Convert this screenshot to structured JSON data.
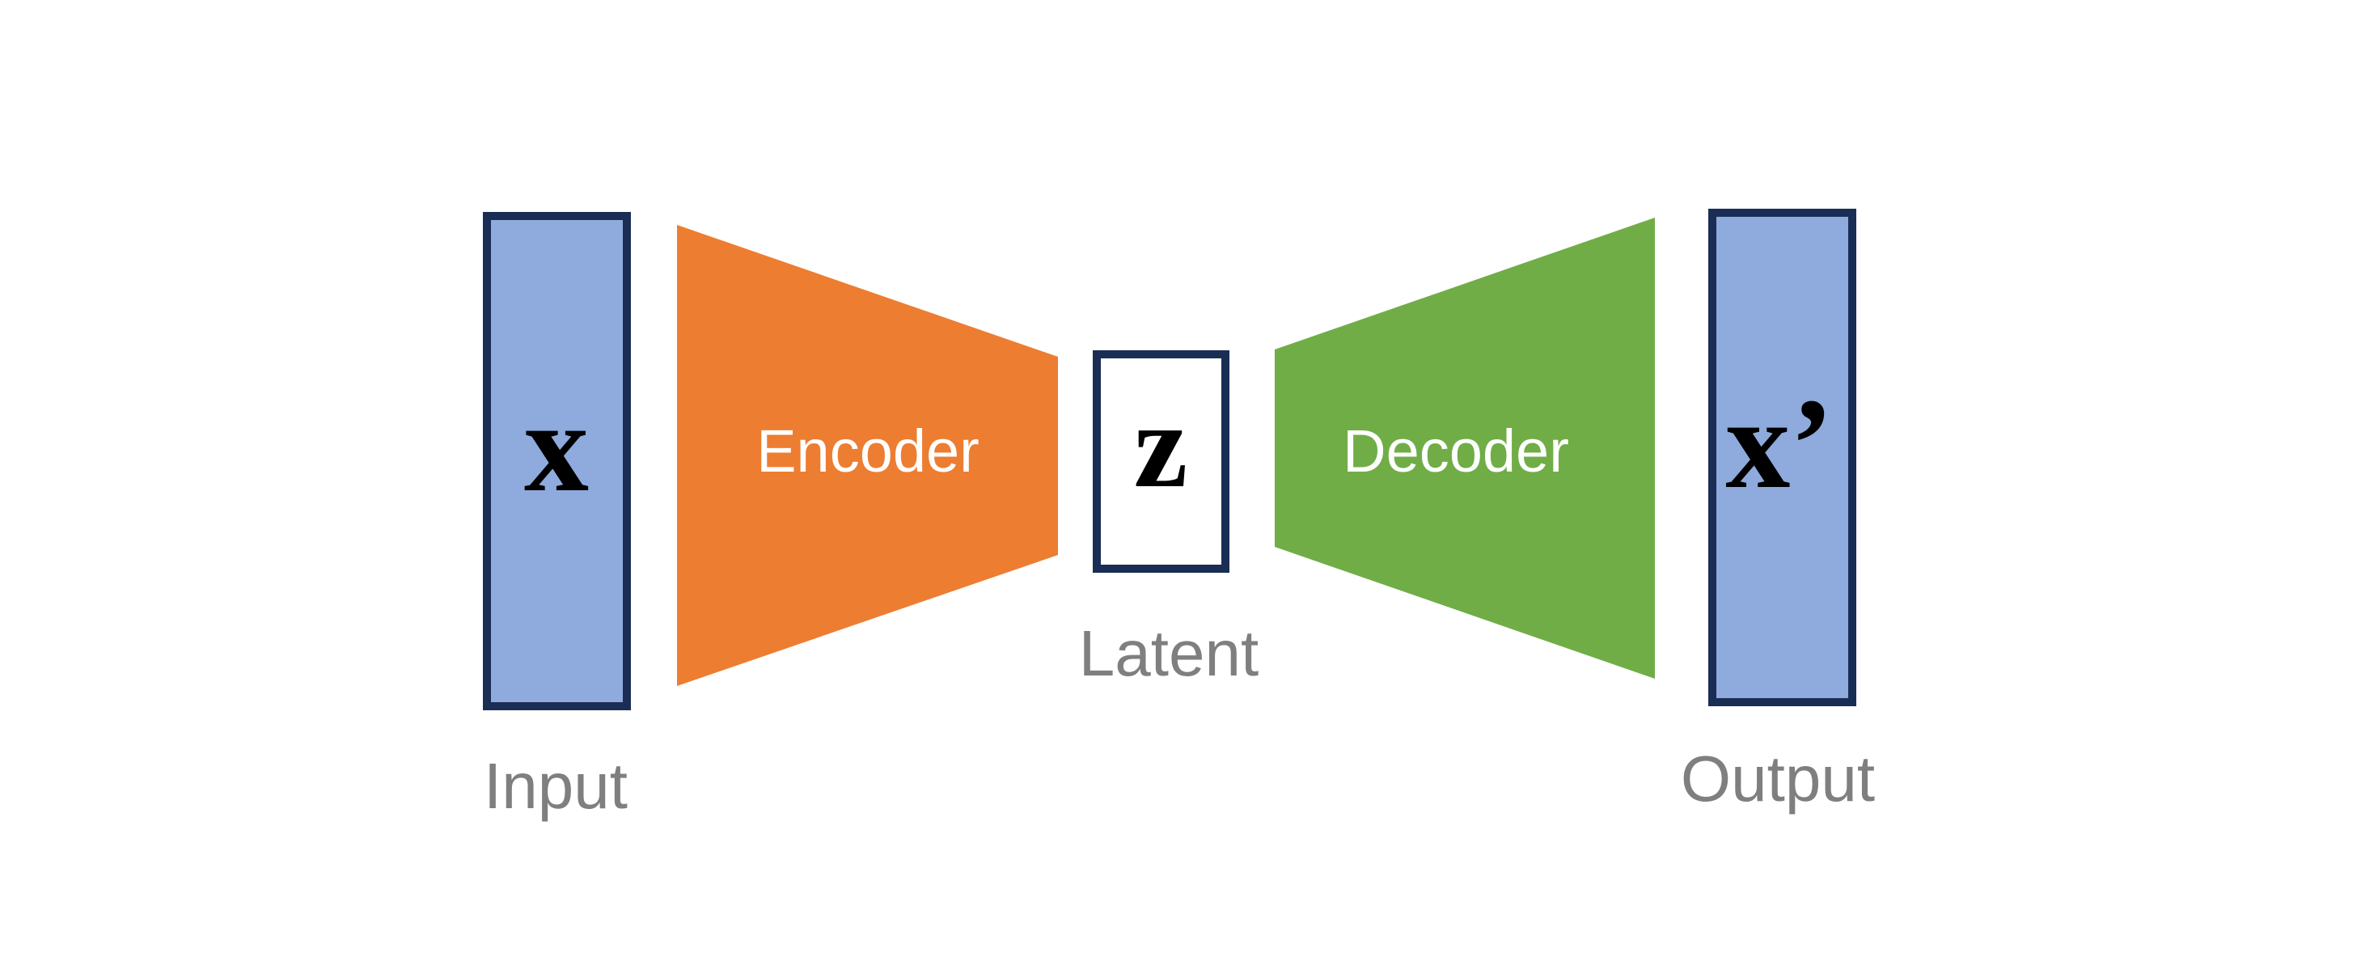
{
  "diagram": {
    "title": "Autoencoder",
    "input": {
      "symbol": "x",
      "label": "Input"
    },
    "encoder": {
      "label": "Encoder"
    },
    "latent": {
      "symbol": "z",
      "label": "Latent"
    },
    "decoder": {
      "label": "Decoder"
    },
    "output": {
      "symbol": "x’",
      "label": "Output"
    }
  },
  "colors": {
    "vector_fill": "#8faadc",
    "vector_border": "#1a2d55",
    "encoder": "#ed7d31",
    "decoder": "#70ad47",
    "latent_fill": "#ffffff",
    "caption": "#7f7f7f"
  }
}
